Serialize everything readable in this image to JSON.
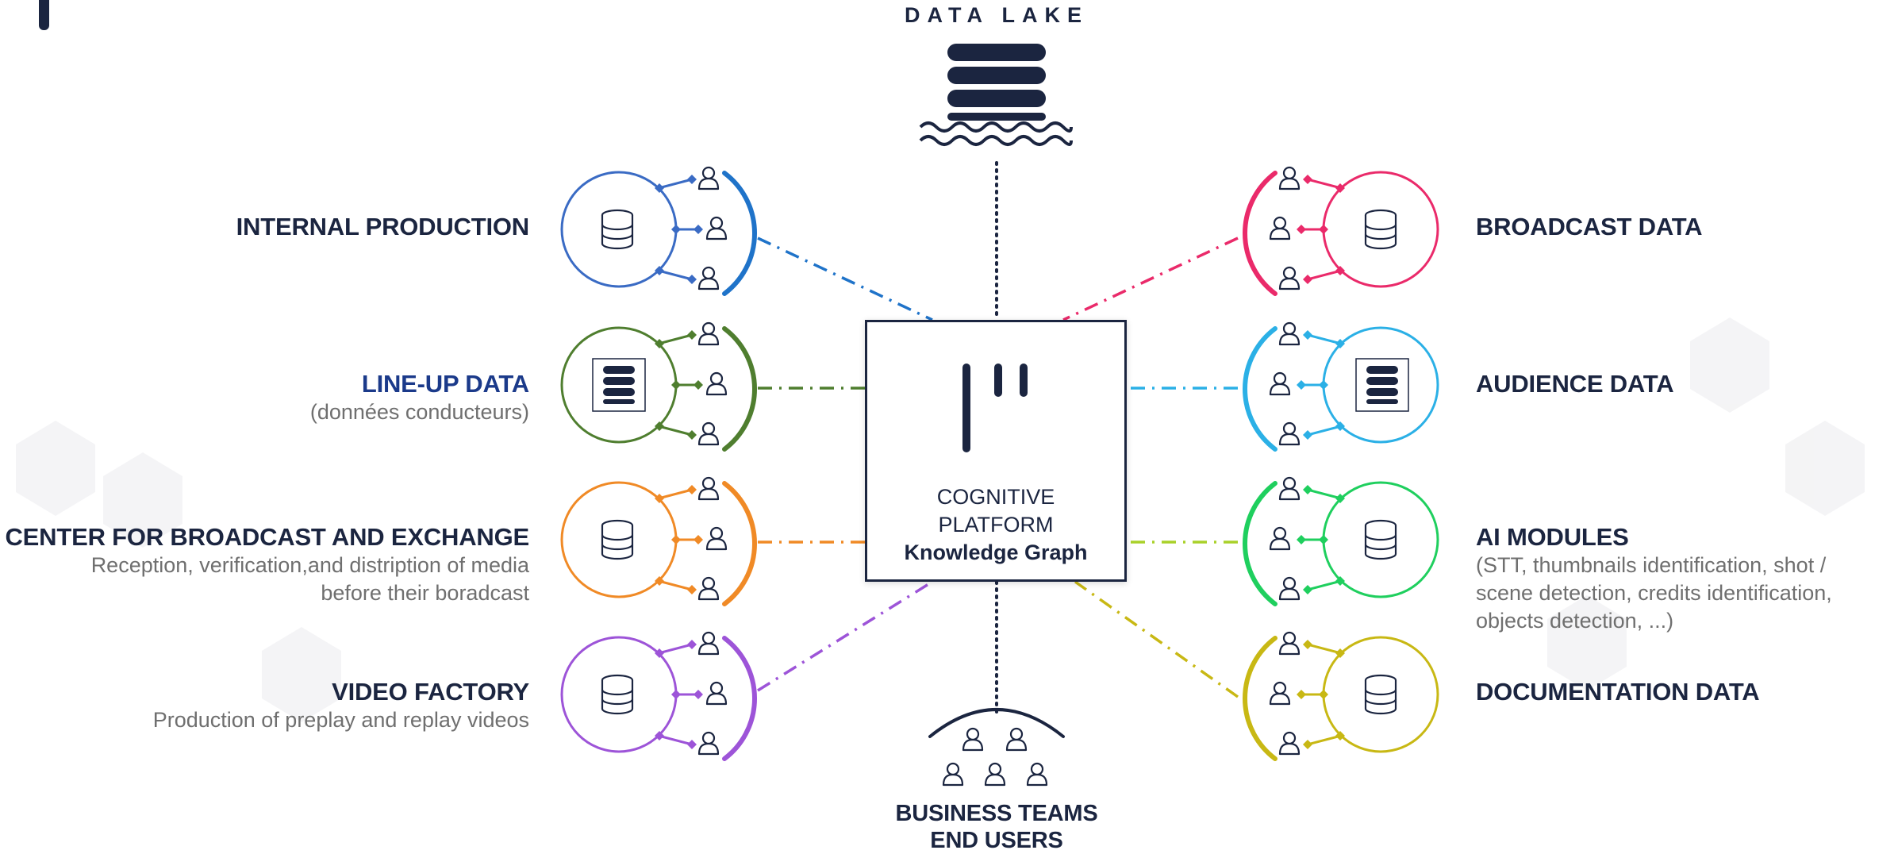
{
  "header": {
    "data_lake": "DATA LAKE"
  },
  "center": {
    "line1": "COGNITIVE",
    "line2": "PLATFORM",
    "line3": "Knowledge Graph"
  },
  "bottom": {
    "line1": "BUSINESS TEAMS",
    "line2": "END USERS"
  },
  "sources_left": [
    {
      "title": "INTERNAL PRODUCTION",
      "subtitle": "",
      "color": "#3a6bc4",
      "accent": "#1f73c9"
    },
    {
      "title": "LINE-UP DATA",
      "subtitle": "(données conducteurs)",
      "color": "#4f7e2f",
      "accent": "#4f7e2f"
    },
    {
      "title": "CENTER FOR BROADCAST AND EXCHANGE",
      "subtitle_1": "Reception, verification,and distription of media",
      "subtitle_2": "before their boradcast",
      "color": "#f08a26",
      "accent": "#f08a26"
    },
    {
      "title": "VIDEO FACTORY",
      "subtitle": "Production of preplay and replay videos",
      "color": "#9d54d8",
      "accent": "#9d54d8"
    }
  ],
  "sources_right": [
    {
      "title": "BROADCAST DATA",
      "subtitle": "",
      "color": "#ea2a6a",
      "accent": "#ea2a6a"
    },
    {
      "title": "AUDIENCE DATA",
      "subtitle": "",
      "color": "#2bb0e6",
      "accent": "#2bb0e6"
    },
    {
      "title": "AI MODULES",
      "subtitle_1": "(STT,  thumbnails identification,  shot /",
      "subtitle_2": "scene detection, credits identification,",
      "subtitle_3": "objects detection, ...)",
      "color": "#1fcf5e",
      "accent": "#1fcf5e"
    },
    {
      "title": "DOCUMENTATION DATA",
      "subtitle": "",
      "color": "#c8b814",
      "accent": "#c8b814"
    }
  ],
  "icons": {
    "database": "database-icon",
    "user": "user-icon",
    "logo": "platform-logo",
    "data_lake": "data-lake-icon"
  },
  "colors": {
    "navy": "#1b2540",
    "grey_text": "#6f6f6f"
  }
}
